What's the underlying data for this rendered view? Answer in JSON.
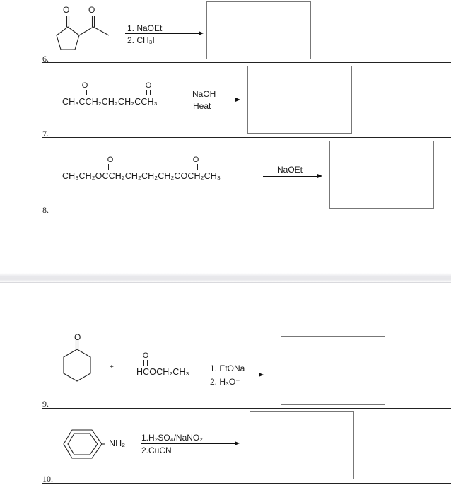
{
  "problems": [
    {
      "number": "6.",
      "reagent_line1": "1. NaOEt",
      "reagent_line2": "2. CH₃I"
    },
    {
      "number": "7.",
      "formula": "CH₃CCH₂CH₂CH₂CCH₃",
      "reagent_line1": "NaOH",
      "reagent_line2": "Heat"
    },
    {
      "number": "8.",
      "formula": "CH₃CH₂OCCH₂CH₂CH₂CH₂COCH₂CH₃",
      "reagent_line1": "NaOEt"
    },
    {
      "number": "9.",
      "plus": "+",
      "formula": "HCOCH₂CH₃",
      "reagent_line1": "1. EtONa",
      "reagent_line2": "2. H₃O⁺"
    },
    {
      "number": "10.",
      "substituent": "NH₂",
      "reagent_line1": "1.H₂SO₄/NaNO₂",
      "reagent_line2": "2.CuCN"
    }
  ],
  "carbonyl_atom": "O"
}
